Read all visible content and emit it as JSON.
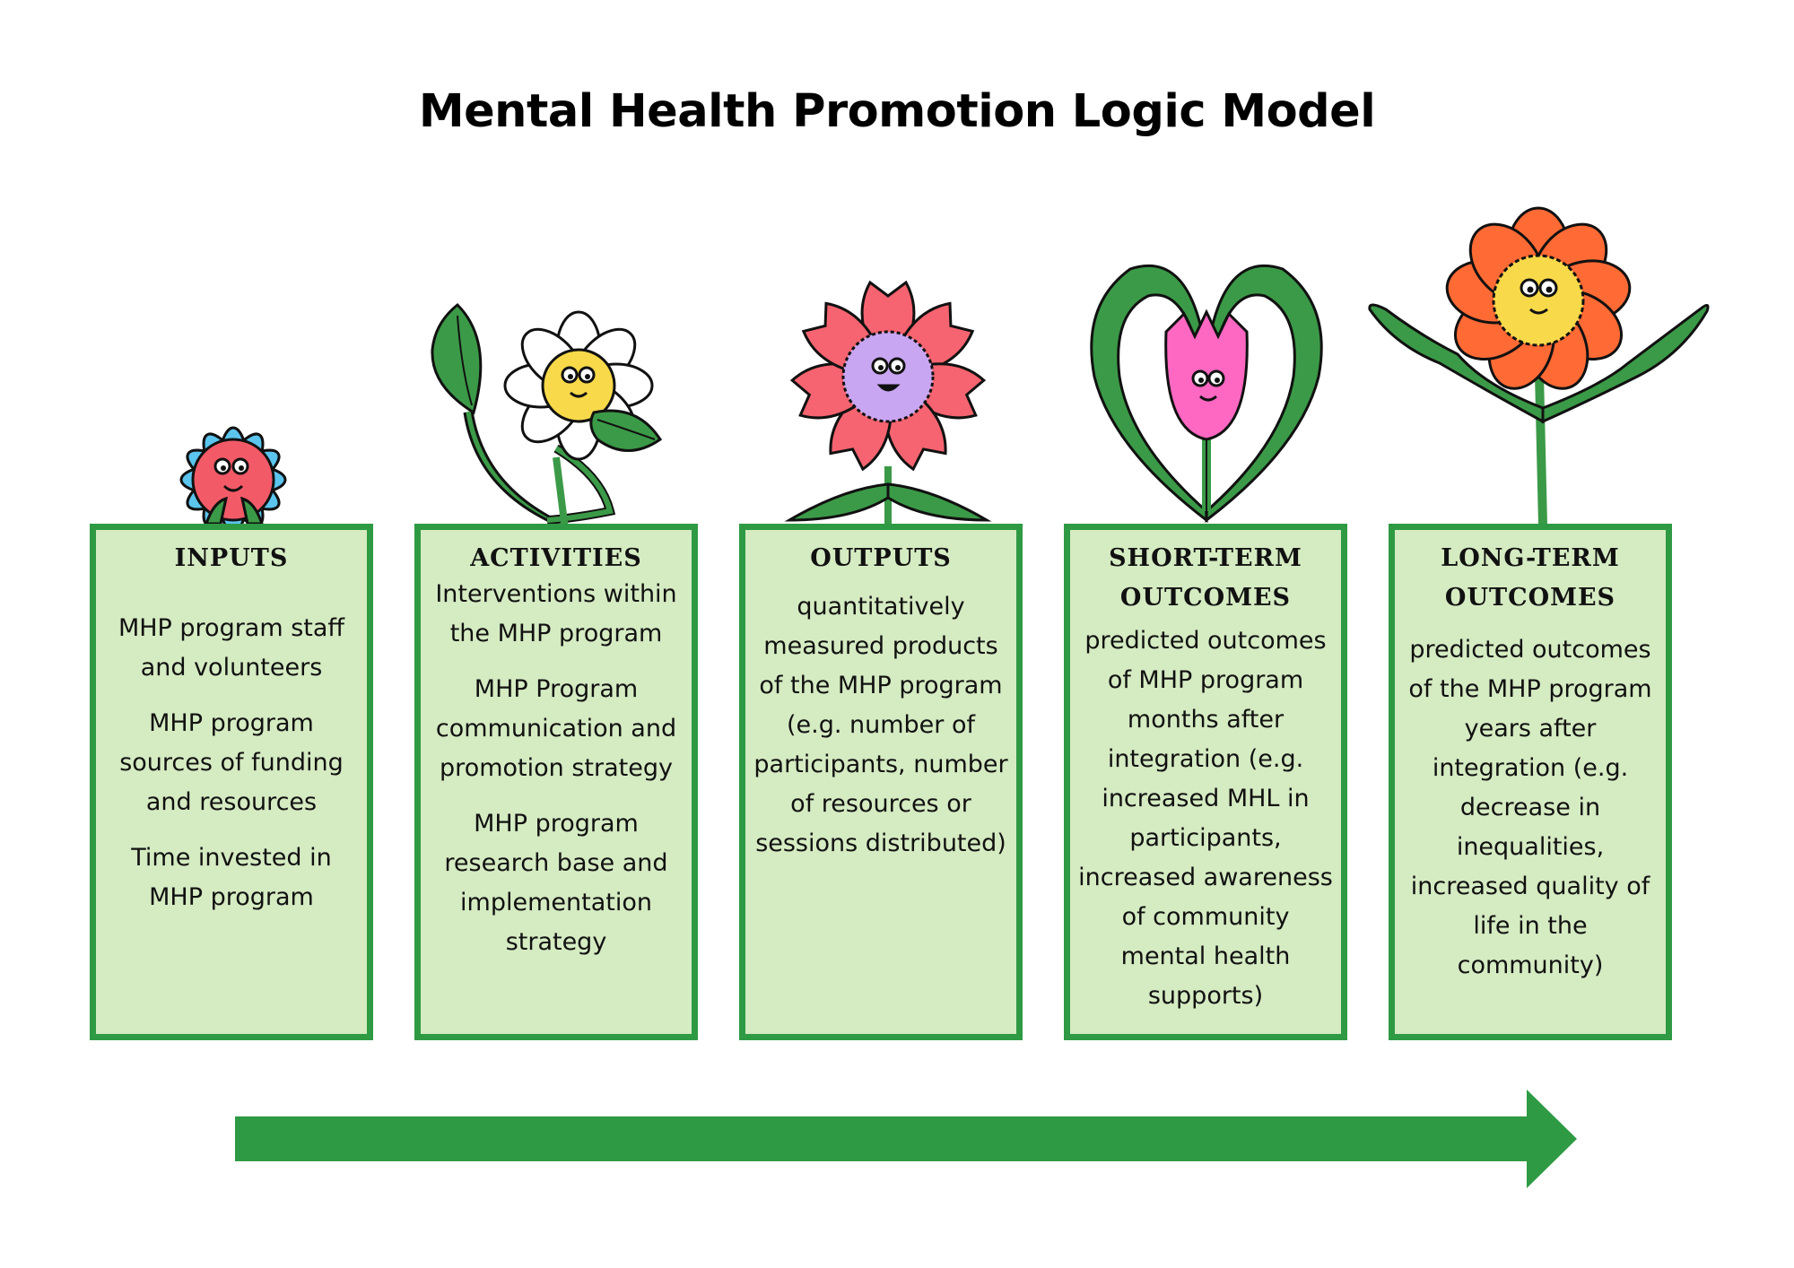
{
  "title": "Mental Health Promotion Logic Model",
  "colors": {
    "box_fill": "#d5ebc2",
    "box_border": "#2f9a44",
    "arrow": "#2f9a44",
    "leaf": "#3b9a47"
  },
  "stages": [
    {
      "title": "INPUTS",
      "flower": "blue-daisy-icon",
      "items": [
        "MHP program staff and volunteers",
        "MHP program sources of funding and resources",
        "Time invested in MHP program"
      ]
    },
    {
      "title": "ACTIVITIES",
      "flower": "white-daisy-icon",
      "items": [
        "Interventions within the MHP program",
        "MHP Program communication and promotion strategy",
        "MHP program research base and implementation strategy"
      ]
    },
    {
      "title": "OUTPUTS",
      "flower": "red-flower-icon",
      "items": [
        "quantitatively measured products of the MHP program (e.g. number of participants, number of resources or sessions distributed)"
      ]
    },
    {
      "title": "SHORT-TERM OUTCOMES",
      "flower": "pink-tulip-heart-icon",
      "items": [
        "predicted outcomes of MHP program months after integration (e.g. increased MHL in participants, increased awareness of community mental health supports)"
      ]
    },
    {
      "title": "LONG-TERM OUTCOMES",
      "flower": "orange-flower-icon",
      "items": [
        "predicted outcomes of the MHP program years after integration (e.g. decrease in inequalities, increased quality of life in the community)"
      ]
    }
  ]
}
